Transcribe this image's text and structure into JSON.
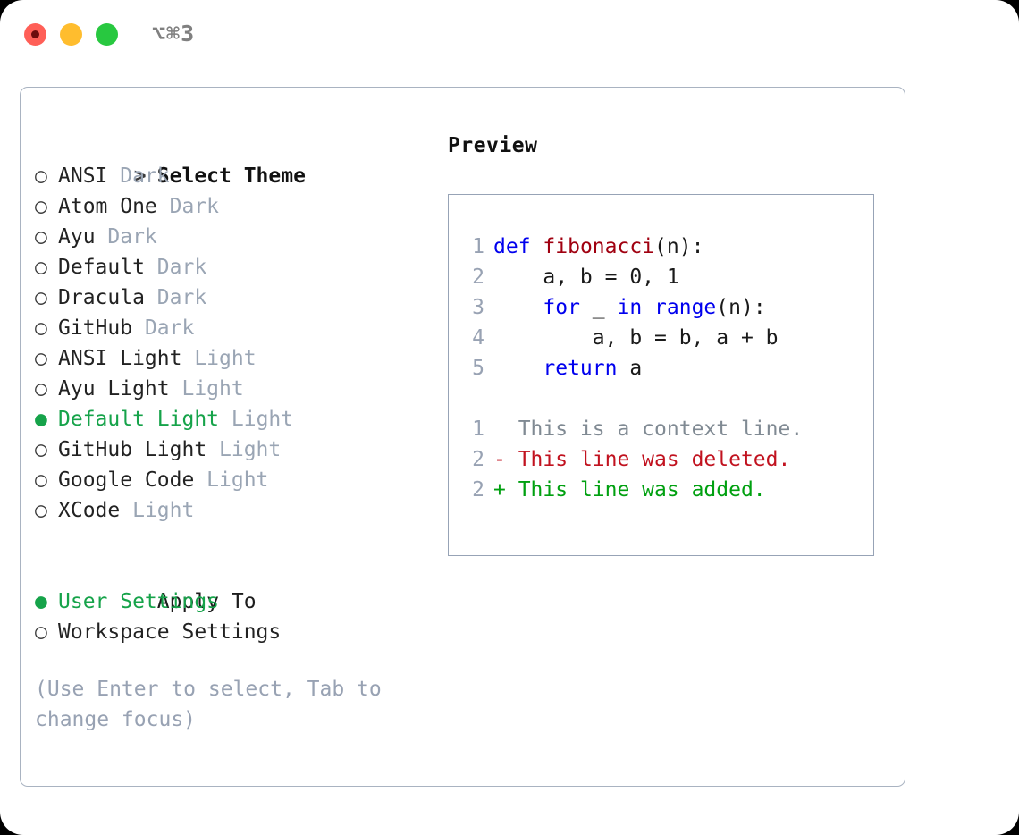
{
  "titlebar": {
    "shortcut": "⌥⌘3",
    "buttons": [
      {
        "name": "close",
        "color": "#ff5f57"
      },
      {
        "name": "minimize",
        "color": "#ffbd2e"
      },
      {
        "name": "maximize",
        "color": "#28c840"
      }
    ]
  },
  "accent_color": "#16a34a",
  "theme_list": {
    "header_prefix": "> ",
    "header": "Select Theme",
    "unselected_bullet": "○ ",
    "selected_bullet": "● ",
    "items": [
      {
        "name": "ANSI",
        "variant": "Dark",
        "selected": false
      },
      {
        "name": "Atom One",
        "variant": "Dark",
        "selected": false
      },
      {
        "name": "Ayu",
        "variant": "Dark",
        "selected": false
      },
      {
        "name": "Default",
        "variant": "Dark",
        "selected": false
      },
      {
        "name": "Dracula",
        "variant": "Dark",
        "selected": false
      },
      {
        "name": "GitHub",
        "variant": "Dark",
        "selected": false
      },
      {
        "name": "ANSI Light",
        "variant": "Light",
        "selected": false
      },
      {
        "name": "Ayu Light",
        "variant": "Light",
        "selected": false
      },
      {
        "name": "Default Light",
        "variant": "Light",
        "selected": true
      },
      {
        "name": "GitHub Light",
        "variant": "Light",
        "selected": false
      },
      {
        "name": "Google Code",
        "variant": "Light",
        "selected": false
      },
      {
        "name": "XCode",
        "variant": "Light",
        "selected": false
      }
    ]
  },
  "apply_to": {
    "header": "Apply To",
    "items": [
      {
        "name": "User Settings",
        "selected": true
      },
      {
        "name": "Workspace Settings",
        "selected": false
      }
    ]
  },
  "hint": "(Use Enter to select, Tab to change focus)",
  "preview": {
    "title": "Preview",
    "code_lines": [
      {
        "no": "1",
        "tokens": [
          {
            "t": "def",
            "c": "kw"
          },
          {
            "t": " ",
            "c": "plain"
          },
          {
            "t": "fibonacci",
            "c": "fn"
          },
          {
            "t": "(n):",
            "c": "plain"
          }
        ]
      },
      {
        "no": "2",
        "tokens": [
          {
            "t": "    a, b = 0, 1",
            "c": "plain"
          }
        ]
      },
      {
        "no": "3",
        "tokens": [
          {
            "t": "    ",
            "c": "plain"
          },
          {
            "t": "for",
            "c": "kw"
          },
          {
            "t": " _ ",
            "c": "plain"
          },
          {
            "t": "in",
            "c": "kw"
          },
          {
            "t": " ",
            "c": "plain"
          },
          {
            "t": "range",
            "c": "kw"
          },
          {
            "t": "(n):",
            "c": "plain"
          }
        ]
      },
      {
        "no": "4",
        "tokens": [
          {
            "t": "        a, b = b, a + b",
            "c": "plain"
          }
        ]
      },
      {
        "no": "5",
        "tokens": [
          {
            "t": "    ",
            "c": "plain"
          },
          {
            "t": "return",
            "c": "kw"
          },
          {
            "t": " a",
            "c": "plain"
          }
        ]
      }
    ],
    "diff_lines": [
      {
        "no": "1",
        "marker": "  ",
        "text": "This is a context line.",
        "kind": "ctx"
      },
      {
        "no": "2",
        "marker": "- ",
        "text": "This line was deleted.",
        "kind": "del"
      },
      {
        "no": "2",
        "marker": "+ ",
        "text": "This line was added.",
        "kind": "add"
      }
    ]
  }
}
